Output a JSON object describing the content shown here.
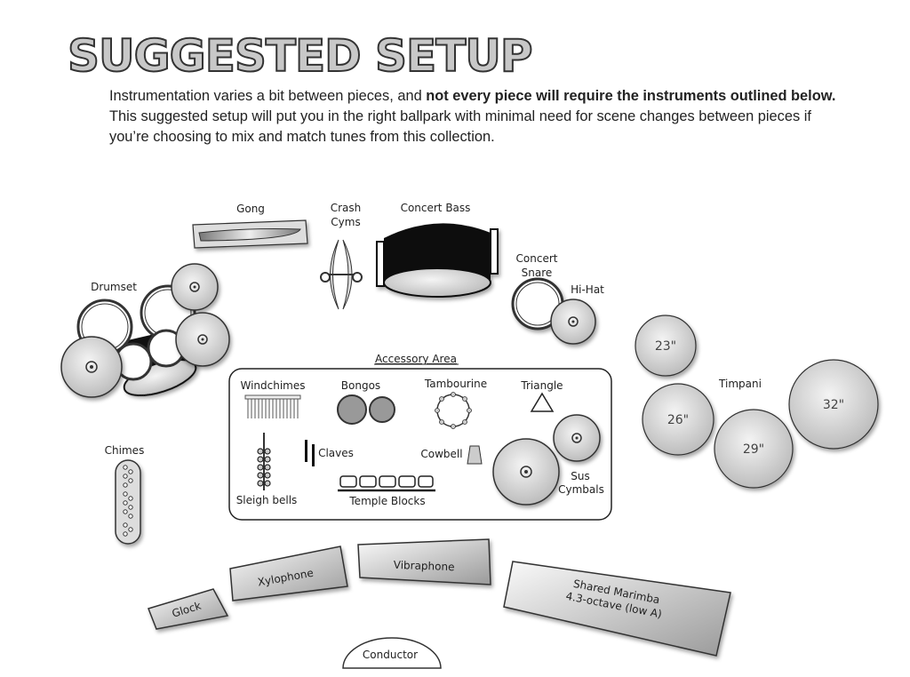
{
  "title": "SUGGESTED SETUP",
  "intro": {
    "part1": "Instrumentation varies a bit between pieces, and ",
    "bold1": "not every piece will require the instruments outlined below.",
    "part2": " This suggested setup will put you in the right ballpark with minimal need for scene changes between pieces if you’re choosing to mix and match tunes from this collection."
  },
  "labels": {
    "gong": "Gong",
    "crash1": "Crash",
    "crash2": "Cyms",
    "concert_bass": "Concert Bass",
    "snare1": "Concert",
    "snare2": "Snare",
    "hihat": "Hi-Hat",
    "drumset": "Drumset",
    "accessory_area": "Accessory Area",
    "windchimes": "Windchimes",
    "bongos": "Bongos",
    "tambourine": "Tambourine",
    "triangle": "Triangle",
    "claves": "Claves",
    "cowbell": "Cowbell",
    "sleigh_bells": "Sleigh bells",
    "temple_blocks": "Temple Blocks",
    "sus1": "Sus",
    "sus2": "Cymbals",
    "chimes": "Chimes",
    "timpani": "Timpani",
    "t23": "23\"",
    "t26": "26\"",
    "t29": "29\"",
    "t32": "32\"",
    "glock": "Glock",
    "xylophone": "Xylophone",
    "vibraphone": "Vibraphone",
    "marimba1": "Shared Marimba",
    "marimba2": "4.3-octave (low A)",
    "conductor": "Conductor"
  }
}
